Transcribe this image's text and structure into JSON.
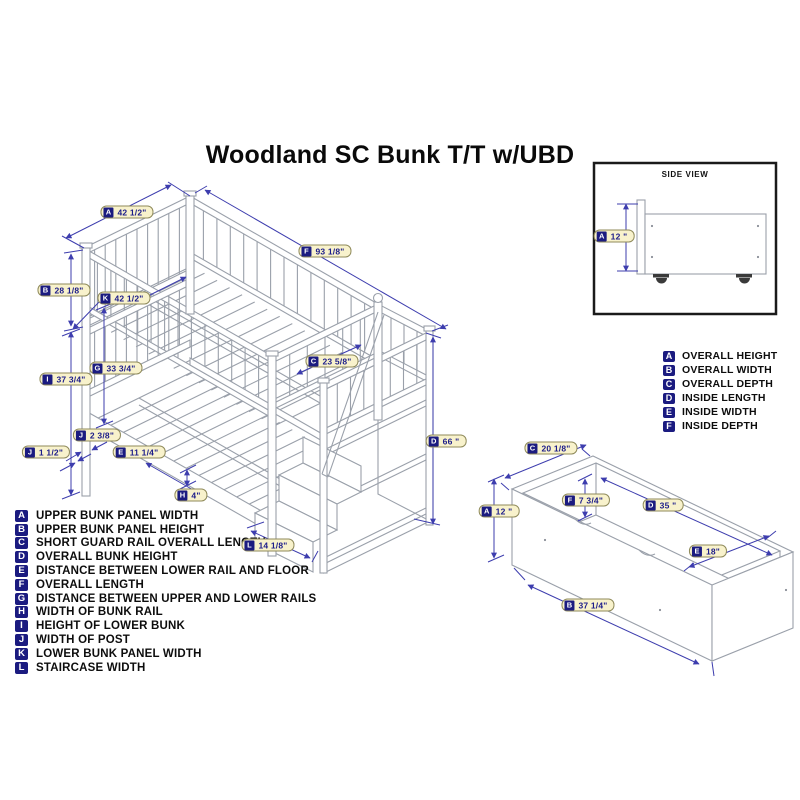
{
  "title": "Woodland SC Bunk T/T w/UBD",
  "side_view": {
    "title": "SIDE VIEW",
    "dim": {
      "key": "A",
      "value": "12 \""
    }
  },
  "bed_dims": [
    {
      "key": "A",
      "value": "42 1/2\""
    },
    {
      "key": "F",
      "value": "93 1/8\""
    },
    {
      "key": "B",
      "value": "28 1/8\""
    },
    {
      "key": "K",
      "value": "42 1/2\""
    },
    {
      "key": "G",
      "value": "33 3/4\""
    },
    {
      "key": "I",
      "value": "37 3/4\""
    },
    {
      "key": "C",
      "value": "23 5/8\""
    },
    {
      "key": "J",
      "value": "2 3/8\""
    },
    {
      "key": "J",
      "value": "1 1/2\""
    },
    {
      "key": "E",
      "value": "11 1/4\""
    },
    {
      "key": "H",
      "value": "4\""
    },
    {
      "key": "D",
      "value": "66 \""
    },
    {
      "key": "L",
      "value": "14 1/8\""
    }
  ],
  "drawer_dims": [
    {
      "key": "C",
      "value": "20 1/8\""
    },
    {
      "key": "A",
      "value": "12 \""
    },
    {
      "key": "F",
      "value": "7 3/4\""
    },
    {
      "key": "D",
      "value": "35 \""
    },
    {
      "key": "E",
      "value": "18\""
    },
    {
      "key": "B",
      "value": "37 1/4\""
    }
  ],
  "bed_legend": [
    {
      "key": "A",
      "label": "UPPER BUNK PANEL WIDTH"
    },
    {
      "key": "B",
      "label": "UPPER BUNK PANEL HEIGHT"
    },
    {
      "key": "C",
      "label": "SHORT GUARD RAIL OVERALL LENGTH"
    },
    {
      "key": "D",
      "label": "OVERALL BUNK HEIGHT"
    },
    {
      "key": "E",
      "label": "DISTANCE BETWEEN LOWER RAIL AND FLOOR"
    },
    {
      "key": "F",
      "label": "OVERALL LENGTH"
    },
    {
      "key": "G",
      "label": "DISTANCE BETWEEN UPPER AND LOWER RAILS"
    },
    {
      "key": "H",
      "label": "WIDTH OF BUNK RAIL"
    },
    {
      "key": "I",
      "label": "HEIGHT OF LOWER BUNK"
    },
    {
      "key": "J",
      "label": "WIDTH OF POST"
    },
    {
      "key": "K",
      "label": "LOWER BUNK PANEL WIDTH"
    },
    {
      "key": "L",
      "label": "STAIRCASE WIDTH"
    }
  ],
  "drawer_legend": [
    {
      "key": "A",
      "label": "OVERALL HEIGHT"
    },
    {
      "key": "B",
      "label": "OVERALL WIDTH"
    },
    {
      "key": "C",
      "label": "OVERALL DEPTH"
    },
    {
      "key": "D",
      "label": "INSIDE LENGTH"
    },
    {
      "key": "E",
      "label": "INSIDE WIDTH"
    },
    {
      "key": "F",
      "label": "INSIDE DEPTH"
    }
  ],
  "colors": {
    "dimension_blue": "#3d3dae",
    "linework_gray": "#9aa0aa",
    "label_bg": "#f8f2cc",
    "badge_navy": "#1b1b80"
  }
}
